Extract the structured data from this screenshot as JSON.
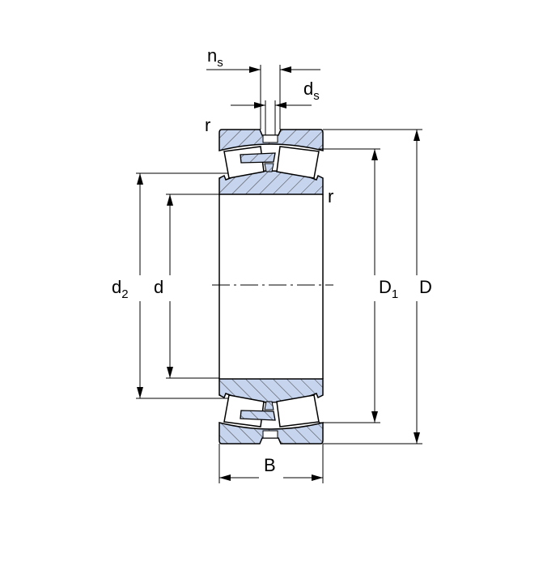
{
  "diagram": {
    "title_hidden": "",
    "labels": {
      "ns": {
        "main": "n",
        "sub": "s"
      },
      "ds": {
        "main": "d",
        "sub": "s"
      },
      "r_top": "r",
      "r_inner": "r",
      "d2": {
        "main": "d",
        "sub": "2"
      },
      "d": "d",
      "D1": {
        "main": "D",
        "sub": "1"
      },
      "D": "D",
      "B": "B"
    },
    "colors": {
      "section_fill": "#c6d4ee",
      "line": "#000000"
    }
  }
}
